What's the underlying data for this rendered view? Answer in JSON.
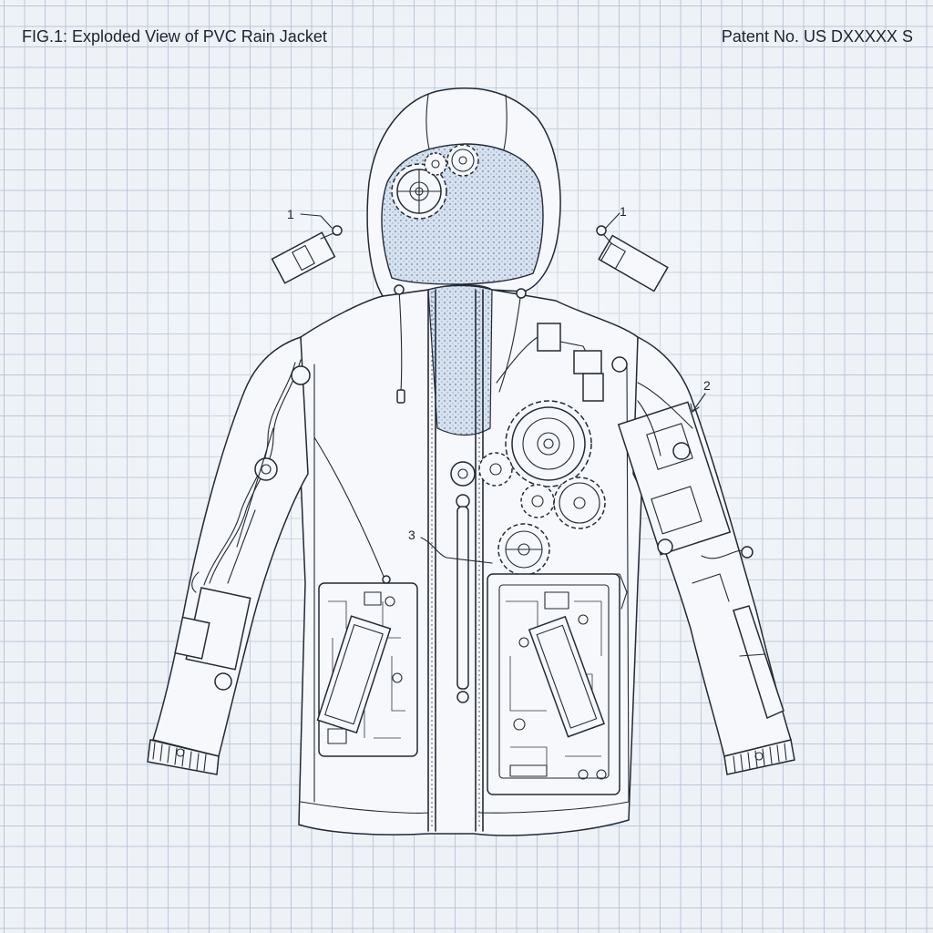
{
  "header": {
    "title": "FIG.1: Exploded View of PVC Rain Jacket",
    "patent": "Patent No. US DXXXXX S"
  },
  "callouts": [
    {
      "id": "1",
      "label": "1",
      "target": "left-shoulder-module"
    },
    {
      "id": "1b",
      "label": "1",
      "target": "right-shoulder-module"
    },
    {
      "id": "2",
      "label": "2",
      "target": "right-sleeve-mechanism"
    },
    {
      "id": "3",
      "label": "3",
      "target": "chest-gear-assembly"
    }
  ],
  "colors": {
    "ink": "#232a36",
    "paper": "#eef2f7",
    "grid": "#b9c6d8",
    "hood_lining": "#c9d6e8"
  },
  "icons": [
    "gear-icon",
    "circuit-board-icon",
    "zipper-icon",
    "battery-module-icon"
  ]
}
